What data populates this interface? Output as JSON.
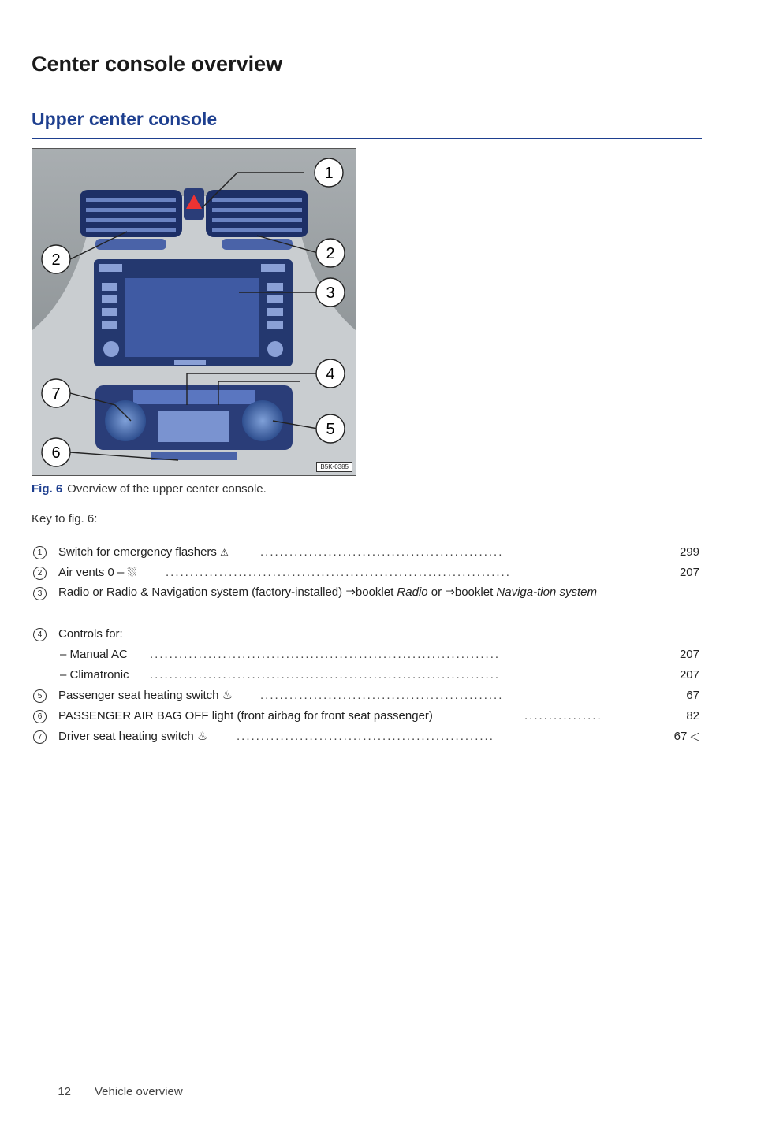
{
  "page": {
    "title": "Center console overview",
    "section": "Upper center console",
    "figure_code": "B5K-0385",
    "caption_fig": "Fig. 6",
    "caption_text": "Overview of the upper center console.",
    "key_to": "Key to fig. 6:",
    "callouts": [
      "1",
      "2",
      "2",
      "3",
      "4",
      "5",
      "6",
      "7"
    ],
    "page_number": "12",
    "footer_section": "Vehicle overview"
  },
  "items": [
    {
      "num": "1",
      "text": "Switch for emergency flashers",
      "page": "299"
    },
    {
      "num": "2",
      "text": "Air vents",
      "page": "207"
    },
    {
      "num": "3",
      "text_a": "Radio or Radio & Navigation system (factory-installed) ⇒booklet ",
      "text_b": "Radio",
      "text_c": " or ⇒booklet ",
      "text_d": "Naviga-tion system",
      "page": ""
    },
    {
      "num": "4",
      "text": "Controls for:",
      "page": ""
    },
    {
      "num": "",
      "text": "– Manual AC",
      "page": "207"
    },
    {
      "num": "",
      "text": "– Climatronic",
      "page": "207"
    },
    {
      "num": "5",
      "text": "Passenger seat heating switch",
      "page": "67"
    },
    {
      "num": "6",
      "text": "PASSENGER AIR BAG OFF light (front airbag for front seat passenger)",
      "page": "82"
    },
    {
      "num": "7",
      "text": "Driver seat heating switch",
      "page": "67 ◁"
    }
  ]
}
